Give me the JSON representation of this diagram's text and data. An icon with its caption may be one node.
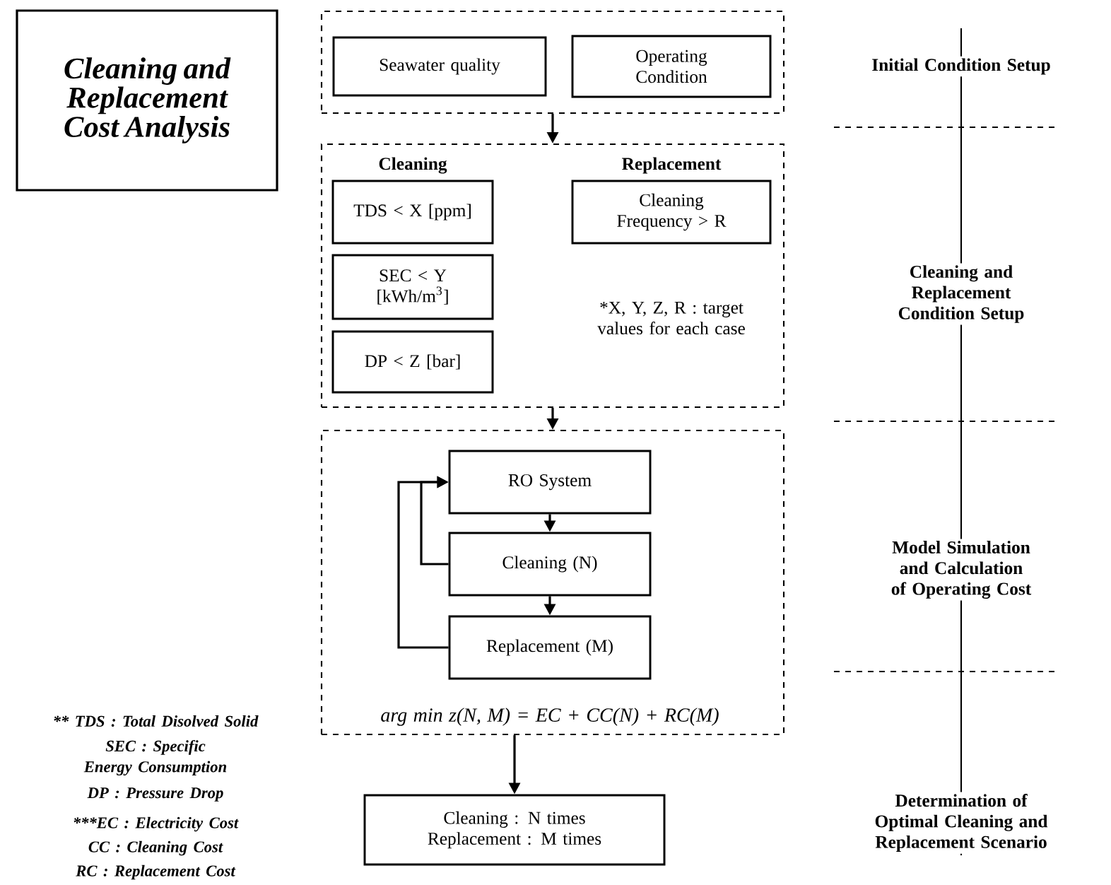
{
  "diagram": {
    "nodes": [
      {
        "text": [
          "Cleaning and Replacement Cost Analysis"
        ]
      },
      {
        "text": [],
        "shape": "box"
      },
      {
        "text": [
          "Seawater quality"
        ],
        "in": 1
      },
      {
        "text": [
          "Operating Condition"
        ],
        "in": 1
      },
      {
        "text": [
          "Cleaning",
          "Replacement",
          "*X, Y, Z, R : target values for each case"
        ]
      },
      {
        "text": [
          "TDS < X [ppm]"
        ],
        "in": 4
      },
      {
        "text": [
          "Cleaning Frequency > R"
        ],
        "in": 4
      },
      {
        "text": [
          "SEC < Y [kWh/m$^{3}$]"
        ],
        "in": 4
      },
      {
        "text": [
          "DP < Z [bar]"
        ],
        "in": 4
      },
      {
        "text": [
          "arg min z(N, M) = EC +  CC(N) + RC(M)"
        ]
      },
      {
        "text": [
          "RO System"
        ],
        "in": 9
      },
      {
        "text": [
          "Cleaning (N)"
        ],
        "in": 9
      },
      {
        "text": [
          "Replacement (M)"
        ],
        "in": 9
      },
      {
        "text": [
          "Cleaning : N times",
          "Replacement : M times"
        ]
      }
    ],
    "edges": [
      {
        "from": 1,
        "to": 4,
        "arrow": "to"
      },
      {
        "from": 4,
        "to": 9,
        "arrow": "to"
      },
      {
        "from": 10,
        "to": 11,
        "arrow": "to"
      },
      {
        "from": 11,
        "to": 12,
        "arrow": "to"
      },
      {
        "from": 11,
        "to": 10,
        "arrow": "to"
      },
      {
        "from": 12,
        "to": 10,
        "arrow": "to"
      },
      {
        "from": 9,
        "to": 13,
        "arrow": "to"
      }
    ],
    "labels": [
      "Initial Condition Setup",
      "Cleaning and Replacement Condition Setup",
      "Model Simulation and Calculation of Operating Cost",
      "** TDS : Total Disolved Solid",
      "SEC : Specific Energy Consumption",
      "DP : Pressure Drop",
      "Determination of Optimal Cleaning and Replacement Scenario",
      "***EC : Electricity Cost",
      "CC : Cleaning Cost",
      "RC : Replacement Cost"
    ]
  }
}
